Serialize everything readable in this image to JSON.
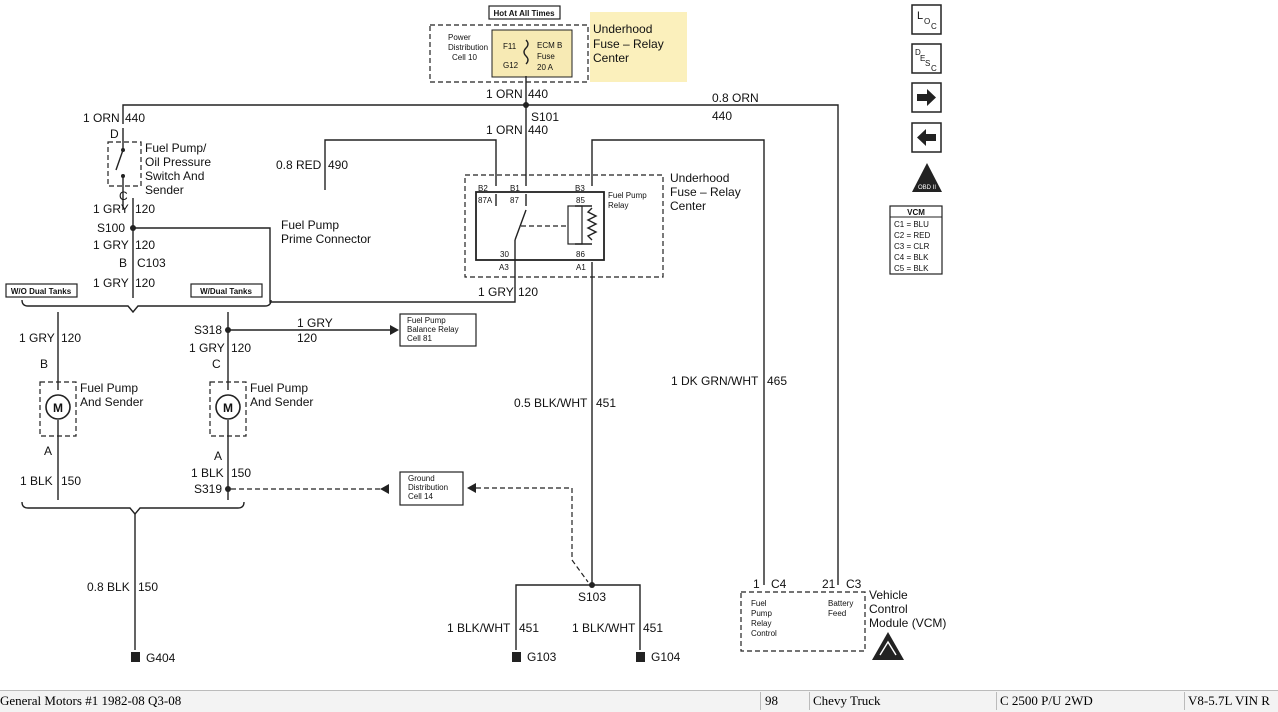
{
  "labels": {
    "hot_at_all_times": "Hot At All Times",
    "power_dist_1": "Power",
    "power_dist_2": "Distribution",
    "power_dist_3": "Cell 10",
    "f11": "F11",
    "g12": "G12",
    "ecm_b_1": "ECM B",
    "ecm_b_2": "Fuse",
    "ecm_b_3": "20 A",
    "uh_fuse_top_1": "Underhood",
    "uh_fuse_top_2": "Fuse – Relay",
    "uh_fuse_top_3": "Center",
    "w_1orn_top": "1 ORN",
    "c_440_top": "440",
    "s101": "S101",
    "w_1orn_mid": "1 ORN",
    "c_440_mid": "440",
    "w_08orn": "0.8 ORN",
    "c_440_right": "440",
    "w_1orn_left": "1 ORN",
    "c_440_left": "440",
    "pin_d": "D",
    "pin_c": "C",
    "fp_switch_1": "Fuel Pump/",
    "fp_switch_2": "Oil Pressure",
    "fp_switch_3": "Switch And",
    "fp_switch_4": "Sender",
    "w_08red": "0.8 RED",
    "c_490": "490",
    "prime_1": "Fuel Pump",
    "prime_2": "Prime Connector",
    "w_1gry_a": "1 GRY",
    "c_120_a": "120",
    "s100": "S100",
    "w_1gry_b": "1 GRY",
    "c_120_b": "120",
    "pin_b_c103": "B",
    "c103": "C103",
    "w_1gry_c": "1 GRY",
    "c_120_c": "120",
    "wo_dual": "W/O Dual Tanks",
    "w_dual": "W/Dual Tanks",
    "w_1gry_d": "1 GRY",
    "c_120_d": "120",
    "pin_b_pump": "B",
    "s318": "S318",
    "w_1gry_e": "1 GRY",
    "c_120_e": "120",
    "w_1gry_f": "1 GRY",
    "c_120_f": "120",
    "pin_c_pump": "C",
    "balance_1": "Fuel Pump",
    "balance_2": "Balance Relay",
    "balance_3": "Cell 81",
    "pump_l_1": "Fuel Pump",
    "pump_l_2": "And Sender",
    "pump_r_1": "Fuel Pump",
    "pump_r_2": "And Sender",
    "motor": "M",
    "pin_a_l": "A",
    "pin_a_r": "A",
    "w_1blk_l": "1 BLK",
    "c_150_l": "150",
    "w_1blk_r": "1 BLK",
    "c_150_r": "150",
    "s319": "S319",
    "ground_1": "Ground",
    "ground_2": "Distribution",
    "ground_3": "Cell 14",
    "w_08blk": "0.8 BLK",
    "c_150_b": "150",
    "g404": "G404",
    "relay_b2": "B2",
    "relay_b1": "B1",
    "relay_b3": "B3",
    "relay_87a": "87A",
    "relay_87": "87",
    "relay_85": "85",
    "relay_30": "30",
    "relay_86": "86",
    "relay_a3": "A3",
    "relay_a1": "A1",
    "relay_name_1": "Fuel Pump",
    "relay_name_2": "Relay",
    "uh_relay_1": "Underhood",
    "uh_relay_2": "Fuse – Relay",
    "uh_relay_3": "Center",
    "w_1gry_relay": "1 GRY",
    "c_120_relay": "120",
    "w_05blkwht": "0.5 BLK/WHT",
    "c_451_mid": "451",
    "w_dkgrn": "1 DK GRN/WHT",
    "c_465": "465",
    "s103": "S103",
    "w_1blkwht_l": "1 BLK/WHT",
    "c_451_l": "451",
    "w_1blkwht_r": "1 BLK/WHT",
    "c_451_r": "451",
    "g103": "G103",
    "g104": "G104",
    "vcm_pin_1": "1",
    "vcm_c4": "C4",
    "vcm_pin_21": "21",
    "vcm_c3": "C3",
    "vcm_fprc_1": "Fuel",
    "vcm_fprc_2": "Pump",
    "vcm_fprc_3": "Relay",
    "vcm_fprc_4": "Control",
    "vcm_batt_1": "Battery",
    "vcm_batt_2": "Feed",
    "vcm_name_1": "Vehicle",
    "vcm_name_2": "Control",
    "vcm_name_3": "Module (VCM)"
  },
  "nav": {
    "loc_1": "L",
    "loc_2": "O",
    "loc_3": "C",
    "desc_1": "D",
    "desc_2": "E",
    "desc_3": "S",
    "desc_4": "C",
    "next": "➔",
    "prev": "🡰",
    "obd": "OBD II"
  },
  "vcm_legend": {
    "title": "VCM",
    "rows": [
      "C1 = BLU",
      "C2 = RED",
      "C3 = CLR",
      "C4 = BLK",
      "C5 = BLK"
    ]
  },
  "footer": {
    "source": "General Motors #1 1982-08 Q3-08",
    "page": "98",
    "make": "Chevy Truck",
    "model": "C 2500 P/U 2WD",
    "engine": "V8-5.7L VIN R"
  },
  "colors": {
    "fuse_highlight": "#f7eab4",
    "title_highlight": "#fbf0bc"
  }
}
